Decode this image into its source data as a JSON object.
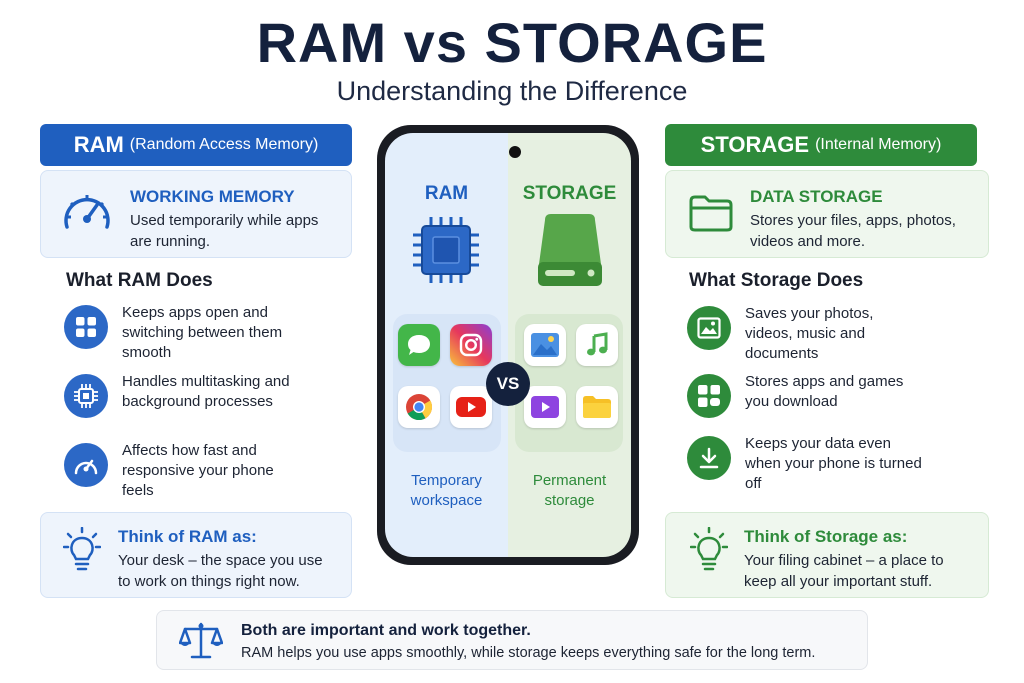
{
  "header": {
    "title": "RAM vs STORAGE",
    "subtitle": "Understanding the Difference"
  },
  "ram": {
    "header_main": "RAM",
    "header_paren": "(Random Access Memory)",
    "card": {
      "heading": "WORKING MEMORY",
      "text": "Used temporarily while apps are running."
    },
    "section_title": "What RAM Does",
    "features": [
      {
        "text": "Keeps apps open and switching between them smooth",
        "icon": "apps-grid-icon"
      },
      {
        "text": "Handles multitasking and background processes",
        "icon": "chip-icon"
      },
      {
        "text": "Affects how fast and responsive your phone feels",
        "icon": "speed-gauge-icon"
      }
    ],
    "think": {
      "heading": "Think of RAM as:",
      "text": "Your desk – the space you use to work on things right now."
    }
  },
  "storage": {
    "header_main": "STORAGE",
    "header_paren": "(Internal Memory)",
    "card": {
      "heading": "DATA STORAGE",
      "text": "Stores your files, apps, photos, videos and more."
    },
    "section_title": "What Storage Does",
    "features": [
      {
        "text": "Saves your photos, videos, music and documents",
        "icon": "image-icon"
      },
      {
        "text": "Stores apps and games you download",
        "icon": "apps-games-icon"
      },
      {
        "text": "Keeps your data even when your phone is turned off",
        "icon": "download-icon"
      }
    ],
    "think": {
      "heading": "Think of Storage as:",
      "text": "Your filing cabinet – a place to keep all your important stuff."
    }
  },
  "phone": {
    "left_label": "RAM",
    "right_label": "STORAGE",
    "vs": "VS",
    "left_caption": "Temporary workspace",
    "right_caption": "Permanent storage",
    "left_apps": [
      "messages-icon",
      "instagram-icon",
      "chrome-icon",
      "youtube-icon"
    ],
    "right_apps": [
      "gallery-icon",
      "music-icon",
      "video-icon",
      "folder-icon"
    ]
  },
  "footer": {
    "heading": "Both are important and work together.",
    "text": "RAM helps you use apps smoothly, while storage keeps everything safe for the long term."
  },
  "colors": {
    "ram_blue": "#1f5fbf",
    "storage_green": "#2e8b3b",
    "title_navy": "#14213d"
  }
}
